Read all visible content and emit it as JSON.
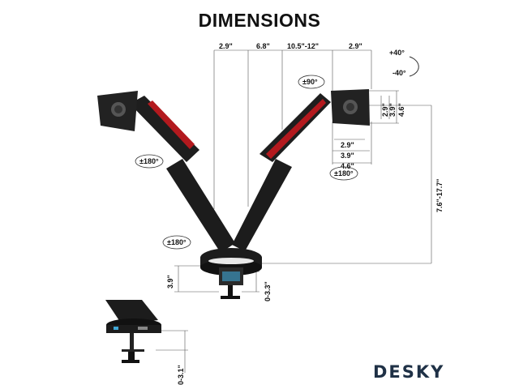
{
  "title": "DIMENSIONS",
  "brand": "DESKY",
  "dims": {
    "top_a": "2.9\"",
    "top_b": "6.8\"",
    "top_c": "10.5\"-12\"",
    "top_d": "2.9\"",
    "tilt_up": "+40°",
    "tilt_down": "-40°",
    "plate_2_9": "2.9\"",
    "plate_3_9": "3.9\"",
    "plate_4_6": "4.6\"",
    "plate_bottom_2_9": "2.9\"",
    "plate_bottom_3_9": "3.9\"",
    "plate_bottom_4_6": "4.6\"",
    "height_range": "7.6\"-17.7\"",
    "base_height": "3.9\"",
    "clamp_range": "0-3.3\"",
    "clamp_range_2": "0-3.1\""
  },
  "rotations": {
    "left_vesa": "±180°",
    "right_vesa": "±180°",
    "right_tilt": "±90°",
    "base_swivel": "±180°"
  },
  "colors": {
    "arm": "#1c1c1c",
    "accent": "#b3191e",
    "brand": "#1f3146",
    "led": "#3fa7d6"
  }
}
